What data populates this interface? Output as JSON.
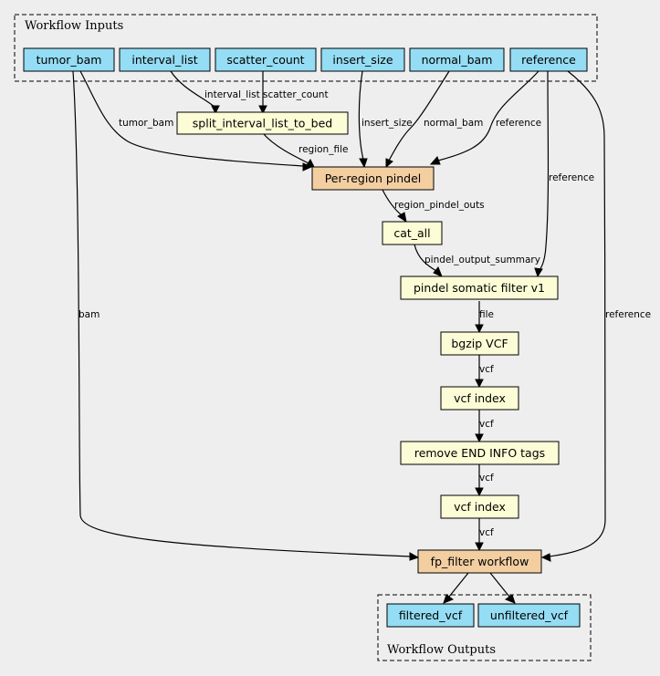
{
  "clusters": {
    "inputs_label": "Workflow Inputs",
    "outputs_label": "Workflow Outputs"
  },
  "nodes": {
    "tumor_bam": "tumor_bam",
    "interval_list": "interval_list",
    "scatter_count": "scatter_count",
    "insert_size": "insert_size",
    "normal_bam": "normal_bam",
    "reference": "reference",
    "split_interval_list_to_bed": "split_interval_list_to_bed",
    "per_region_pindel": "Per-region pindel",
    "cat_all": "cat_all",
    "pindel_somatic_filter": "pindel somatic filter v1",
    "bgzip_vcf": "bgzip VCF",
    "vcf_index_1": "vcf index",
    "remove_end_info_tags": "remove END INFO tags",
    "vcf_index_2": "vcf index",
    "fp_filter_workflow": "fp_filter workflow",
    "filtered_vcf": "filtered_vcf",
    "unfiltered_vcf": "unfiltered_vcf"
  },
  "edges": {
    "interval_list": "interval_list",
    "scatter_count": "scatter_count",
    "tumor_bam": "tumor_bam",
    "insert_size": "insert_size",
    "normal_bam": "normal_bam",
    "reference_pindel": "reference",
    "region_file": "region_file",
    "reference_filter": "reference",
    "region_pindel_outs": "region_pindel_outs",
    "pindel_output_summary": "pindel_output_summary",
    "bam": "bam",
    "reference_fp": "reference",
    "file": "file",
    "vcf_1": "vcf",
    "vcf_2": "vcf",
    "vcf_3": "vcf",
    "vcf_4": "vcf"
  }
}
